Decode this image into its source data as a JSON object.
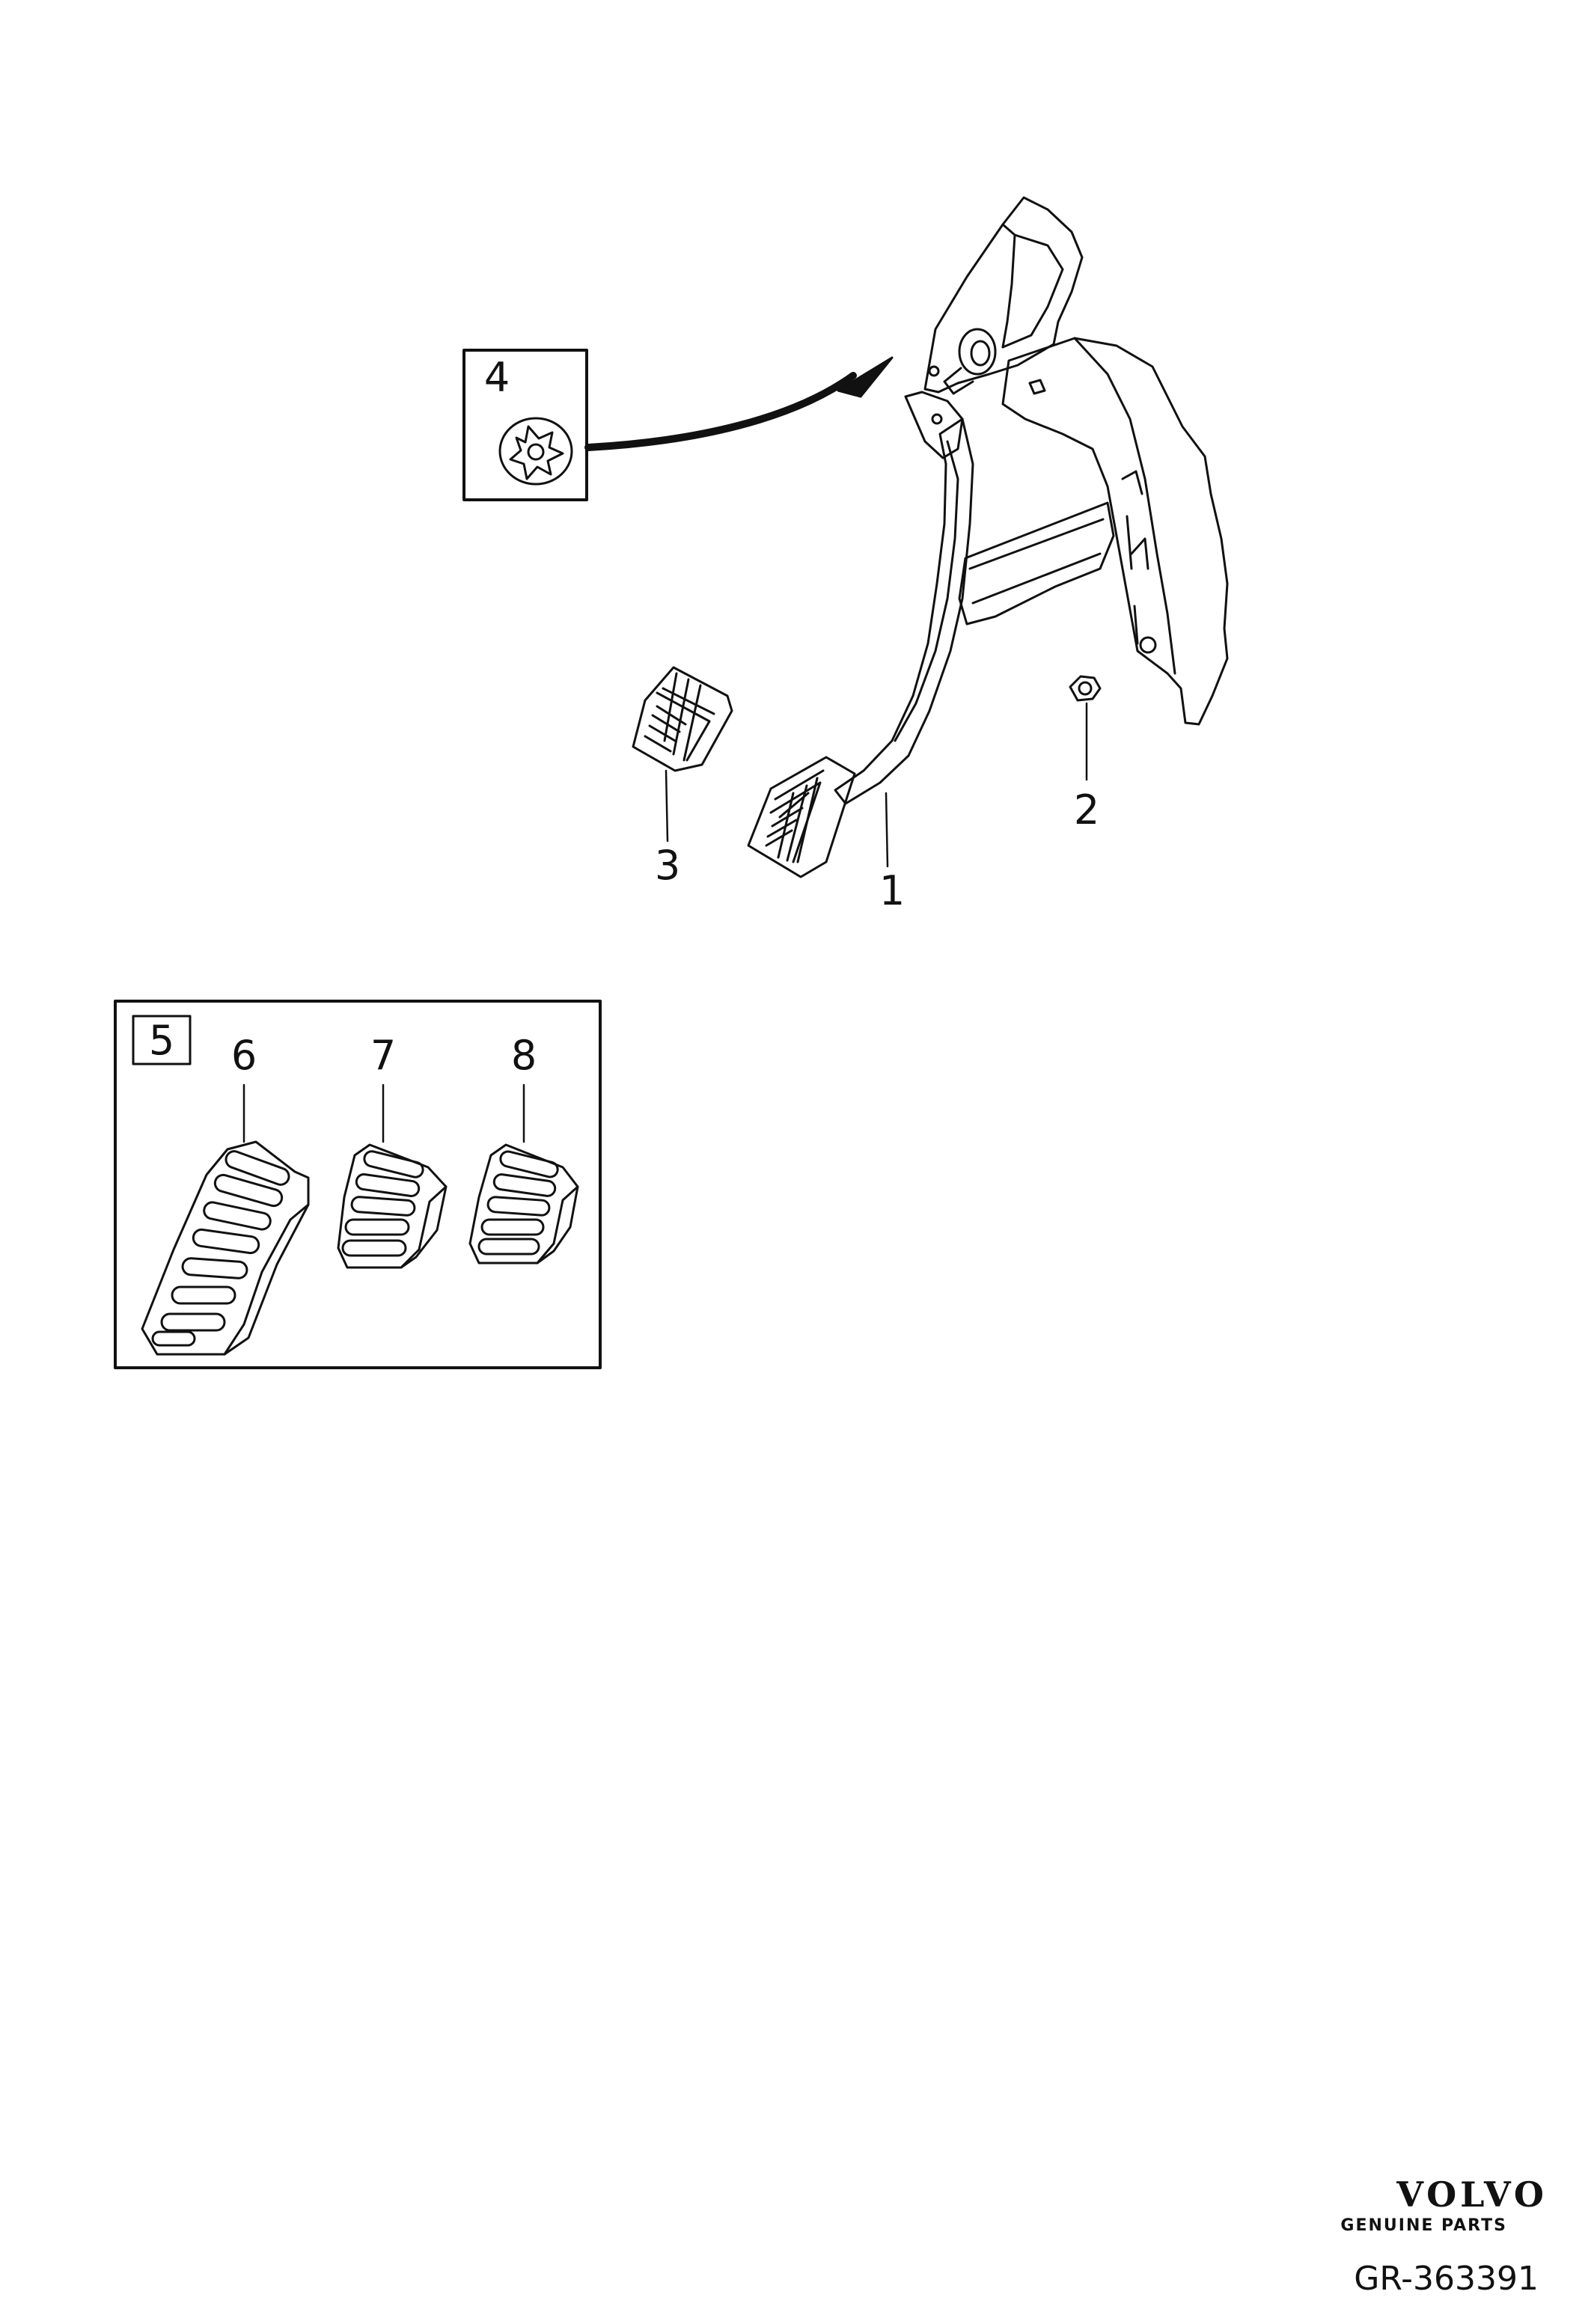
{
  "callouts": {
    "c1": "1",
    "c2": "2",
    "c3": "3",
    "c4": "4",
    "c5": "5",
    "c6": "6",
    "c7": "7",
    "c8": "8"
  },
  "footer": {
    "brand": "VOLVO",
    "brand_sub": "GENUINE PARTS",
    "drawing_number": "GR-363391"
  }
}
